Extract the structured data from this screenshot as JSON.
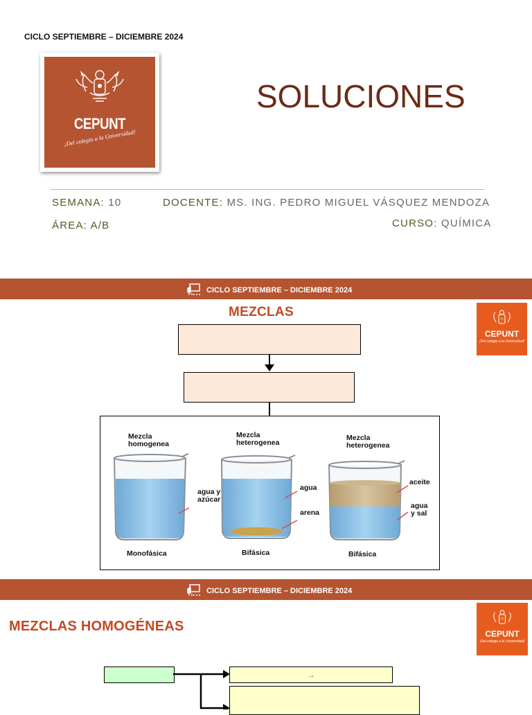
{
  "slide1": {
    "cycle": "CICLO SEPTIEMBRE – DICIEMBRE 2024",
    "logo_brand": "CEPUNT",
    "logo_tagline": "¡Del colegio a la Universidad!",
    "title": "SOLUCIONES",
    "semana_label": "SEMANA:",
    "semana_value": "10",
    "docente_label": "DOCENTE:",
    "docente_value": "MS. ING. PEDRO MIGUEL VÁSQUEZ MENDOZA",
    "area_label": "ÁREA:",
    "area_value": "A/B",
    "curso_label": "CURSO:",
    "curso_value": "QUÍMICA"
  },
  "slide2": {
    "bar_text": "CICLO SEPTIEMBRE – DICIEMBRE 2024",
    "heading": "MEZCLAS",
    "logo_brand": "CEPUNT",
    "logo_tagline": "¡Del colegio a la Universidad!",
    "figure": {
      "beaker1_title": "Mezcla homogenea",
      "beaker1_label": "agua y azúcar",
      "beaker1_caption": "Monofásica",
      "beaker2_title": "Mezcla heterogenea",
      "beaker2_label_top": "agua",
      "beaker2_label_bottom": "arena",
      "beaker2_caption": "Bifásica",
      "beaker3_title": "Mezcla heterogenea",
      "beaker3_label_top": "aceite",
      "beaker3_label_bottom": "agua y sal",
      "beaker3_caption": "Bifásica"
    }
  },
  "slide3": {
    "bar_text": "CICLO SEPTIEMBRE – DICIEMBRE 2024",
    "heading": "MEZCLAS HOMOGÉNEAS",
    "logo_brand": "CEPUNT",
    "logo_tagline": "¡Del colegio a la Universidad!",
    "arrow_glyph": "→"
  },
  "colors": {
    "brand_brown": "#B55431",
    "heading_orange": "#C24A22",
    "title_brown": "#6B2B16",
    "meta_green": "#4C5E24",
    "water_blue": "#8EC5E8",
    "peach_box": "#FDE9D9"
  }
}
